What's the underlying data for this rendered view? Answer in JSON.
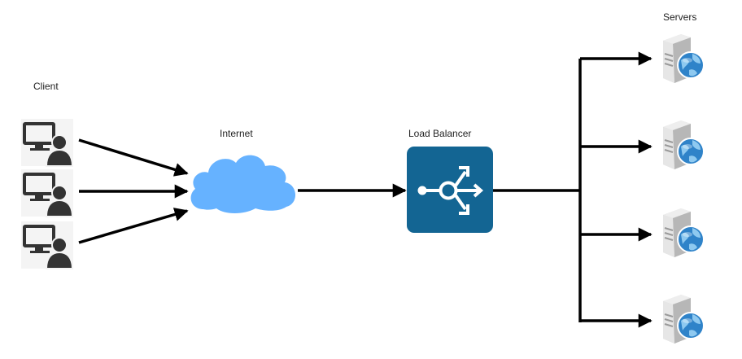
{
  "labels": {
    "client": "Client",
    "internet": "Internet",
    "load_balancer": "Load Balancer",
    "servers": "Servers"
  },
  "nodes": {
    "clients": [
      {
        "icon": "user-computer-icon"
      },
      {
        "icon": "user-computer-icon"
      },
      {
        "icon": "user-computer-icon"
      }
    ],
    "internet": {
      "icon": "cloud-icon"
    },
    "load_balancer": {
      "icon": "load-balancer-icon"
    },
    "servers": [
      {
        "icon": "web-server-icon"
      },
      {
        "icon": "web-server-icon"
      },
      {
        "icon": "web-server-icon"
      },
      {
        "icon": "web-server-icon"
      }
    ]
  },
  "colors": {
    "arrow": "#000000",
    "cloud": "#66B2FF",
    "load_balancer_bg": "#136593",
    "icon_dark": "#333333",
    "globe": "#2F83C9"
  }
}
